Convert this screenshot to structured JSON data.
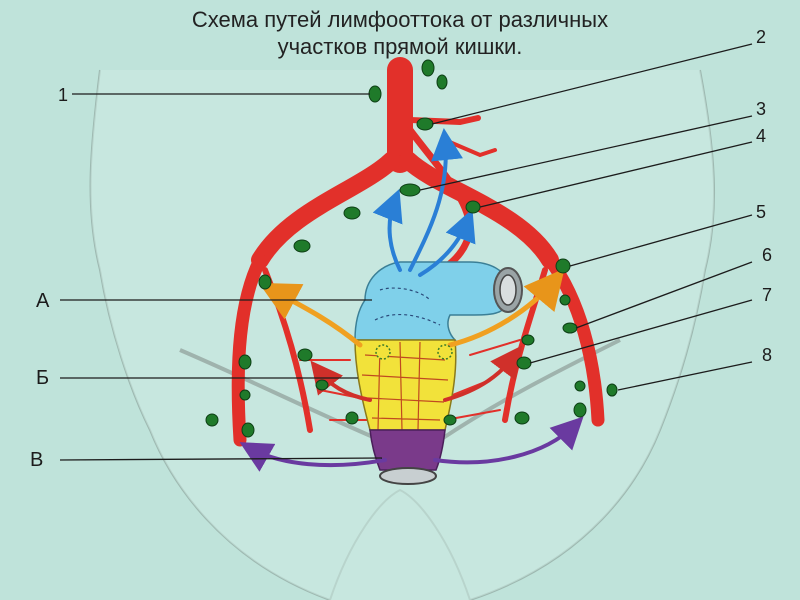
{
  "title_line1": "Схема путей лимфооттока от различных",
  "title_line2": "участков прямой кишки.",
  "number_labels": [
    "1",
    "2",
    "3",
    "4",
    "5",
    "6",
    "7",
    "8"
  ],
  "letter_labels": [
    "А",
    "Б",
    "В"
  ],
  "colors": {
    "background": "#bfe3da",
    "artery": "#e2302a",
    "lymph_node": "#1f7a2a",
    "rectum_upper": "#7fd0ea",
    "rectum_middle": "#f2e23a",
    "rectum_lower": "#7a3a8a",
    "arrow_blue": "#2a7fd6",
    "arrow_orange": "#f0a020",
    "arrow_red": "#d0302a",
    "arrow_purple": "#6a3aa0"
  }
}
